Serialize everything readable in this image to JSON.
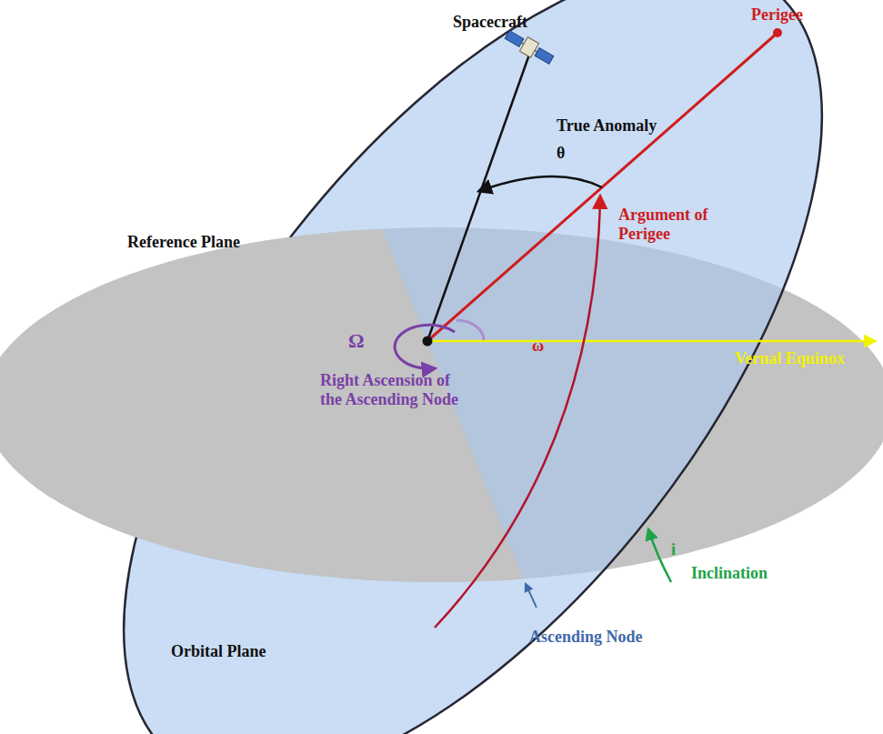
{
  "diagram": {
    "labels": [
      "Spacecraft",
      "Perigee",
      "True Anomaly",
      "θ",
      "Argument of Perigee",
      "ω",
      "Reference Plane",
      "Ω",
      "Right Ascension of the Ascending Node",
      "Vernal Equinox",
      "i",
      "Inclination",
      "Ascending Node",
      "Orbital Plane"
    ]
  }
}
